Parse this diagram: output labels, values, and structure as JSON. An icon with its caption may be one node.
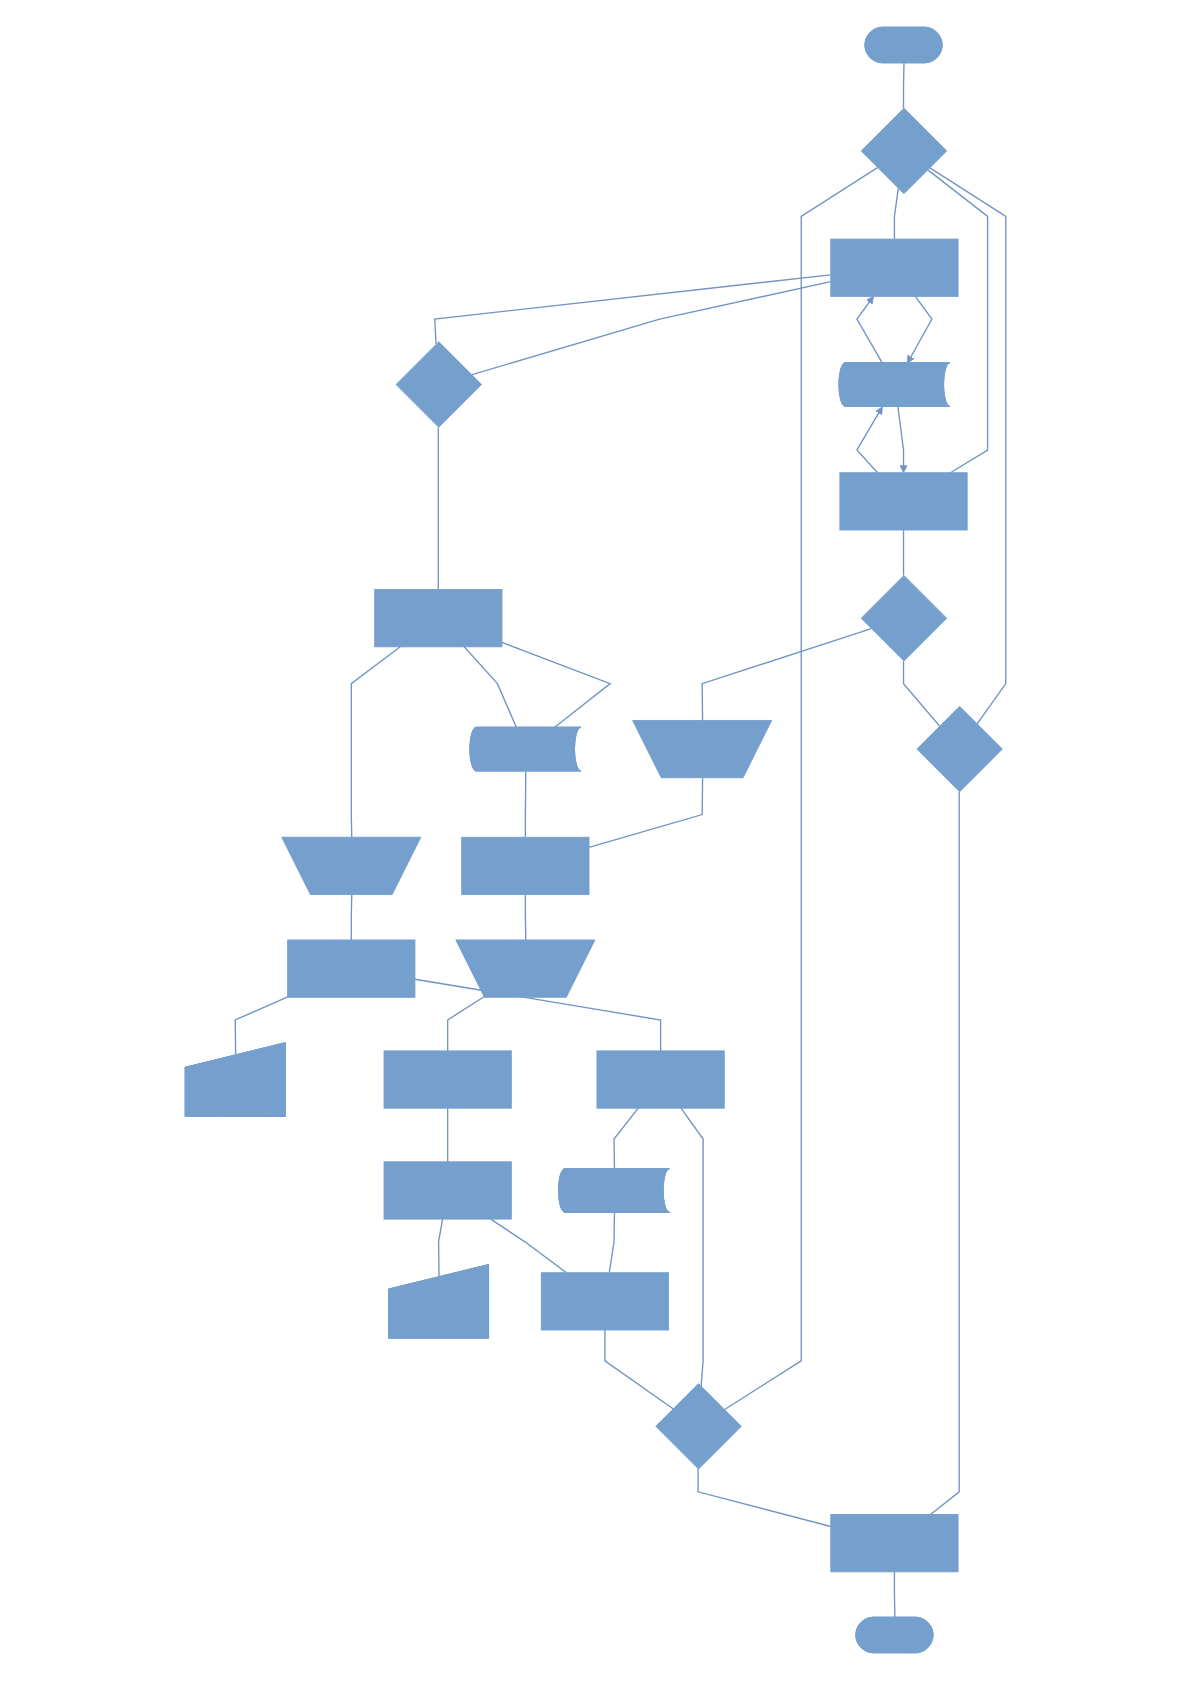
{
  "diagram": {
    "nodes": [
      {
        "text": [],
        "shape": "stadium"
      },
      {
        "text": [],
        "shape": "diamond"
      },
      {
        "text": [],
        "shape": "box"
      },
      {
        "text": [],
        "shape": "storage"
      },
      {
        "text": [],
        "shape": "box"
      },
      {
        "text": [],
        "shape": "diamond"
      },
      {
        "text": [],
        "shape": "diamond"
      },
      {
        "text": [],
        "shape": "diamond"
      },
      {
        "text": [],
        "shape": "box"
      },
      {
        "text": [],
        "shape": "trapezoid"
      },
      {
        "text": [],
        "shape": "trapezoid"
      },
      {
        "text": [],
        "shape": "storage"
      },
      {
        "text": [],
        "shape": "box"
      },
      {
        "text": [],
        "shape": "trapezoid"
      },
      {
        "text": [],
        "shape": "box"
      },
      {
        "text": [],
        "shape": "manual-input"
      },
      {
        "text": [],
        "shape": "box"
      },
      {
        "text": [],
        "shape": "box"
      },
      {
        "text": [],
        "shape": "storage"
      },
      {
        "text": [],
        "shape": "box"
      },
      {
        "text": [],
        "shape": "manual-input"
      },
      {
        "text": [],
        "shape": "box"
      },
      {
        "text": [],
        "shape": "diamond"
      },
      {
        "text": [],
        "shape": "box"
      },
      {
        "text": [],
        "shape": "stadium"
      }
    ],
    "edges": [
      {
        "from": 0,
        "to": 1,
        "arrow": "none"
      },
      {
        "from": 1,
        "to": 2,
        "arrow": "none"
      },
      {
        "from": 1,
        "to": 4,
        "arrow": "none"
      },
      {
        "from": 1,
        "to": 6,
        "arrow": "none"
      },
      {
        "from": 1,
        "to": 22,
        "arrow": "none"
      },
      {
        "from": 2,
        "to": 3,
        "arrow": "to"
      },
      {
        "from": 3,
        "to": 2,
        "arrow": "to"
      },
      {
        "from": 4,
        "to": 3,
        "arrow": "to"
      },
      {
        "from": 3,
        "to": 4,
        "arrow": "to"
      },
      {
        "from": 2,
        "to": 5,
        "arrow": "none"
      },
      {
        "from": 2,
        "to": 5,
        "arrow": "none"
      },
      {
        "from": 5,
        "to": 8,
        "arrow": "none"
      },
      {
        "from": 8,
        "to": 10,
        "arrow": "none"
      },
      {
        "from": 10,
        "to": 14,
        "arrow": "none"
      },
      {
        "from": 14,
        "to": 15,
        "arrow": "none"
      },
      {
        "from": 14,
        "to": 17,
        "arrow": "none"
      },
      {
        "from": 17,
        "to": 18,
        "arrow": "none"
      },
      {
        "from": 17,
        "to": 22,
        "arrow": "none"
      },
      {
        "from": 8,
        "to": 11,
        "arrow": "none"
      },
      {
        "from": 8,
        "to": 11,
        "arrow": "none"
      },
      {
        "from": 4,
        "to": 7,
        "arrow": "none"
      },
      {
        "from": 7,
        "to": 6,
        "arrow": "none"
      },
      {
        "from": 7,
        "to": 9,
        "arrow": "none"
      },
      {
        "from": 6,
        "to": 23,
        "arrow": "none"
      },
      {
        "from": 9,
        "to": 12,
        "arrow": "none"
      },
      {
        "from": 11,
        "to": 12,
        "arrow": "none"
      },
      {
        "from": 12,
        "to": 13,
        "arrow": "none"
      },
      {
        "from": 13,
        "to": 16,
        "arrow": "none"
      },
      {
        "from": 16,
        "to": 19,
        "arrow": "none"
      },
      {
        "from": 19,
        "to": 20,
        "arrow": "none"
      },
      {
        "from": 18,
        "to": 21,
        "arrow": "none"
      },
      {
        "from": 19,
        "to": 21,
        "arrow": "none"
      },
      {
        "from": 21,
        "to": 22,
        "arrow": "none"
      },
      {
        "from": 22,
        "to": 23,
        "arrow": "none"
      },
      {
        "from": 23,
        "to": 24,
        "arrow": "none"
      }
    ]
  }
}
